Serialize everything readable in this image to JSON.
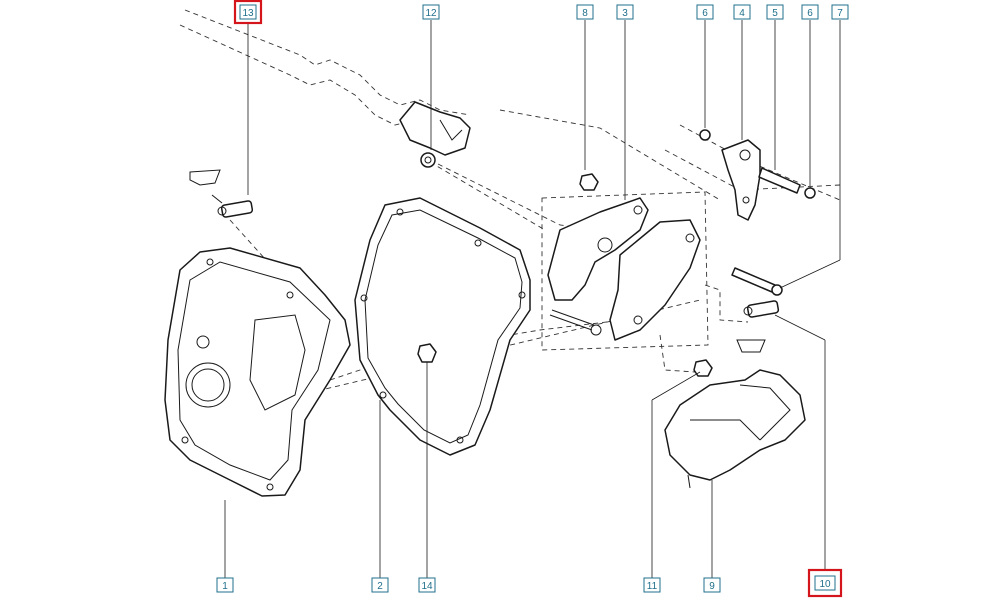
{
  "diagram": {
    "callouts": [
      {
        "label": "13",
        "highlighted": true
      },
      {
        "label": "12",
        "highlighted": false
      },
      {
        "label": "8",
        "highlighted": false
      },
      {
        "label": "3",
        "highlighted": false
      },
      {
        "label": "6",
        "highlighted": false
      },
      {
        "label": "4",
        "highlighted": false
      },
      {
        "label": "5",
        "highlighted": false
      },
      {
        "label": "6",
        "highlighted": false
      },
      {
        "label": "7",
        "highlighted": false
      },
      {
        "label": "1",
        "highlighted": false
      },
      {
        "label": "2",
        "highlighted": false
      },
      {
        "label": "14",
        "highlighted": false
      },
      {
        "label": "11",
        "highlighted": false
      },
      {
        "label": "9",
        "highlighted": false
      },
      {
        "label": "10",
        "highlighted": true
      }
    ],
    "colors": {
      "callout_text": "#1f6f8b",
      "highlight": "#d4151b",
      "line": "#1a1a1a"
    }
  }
}
